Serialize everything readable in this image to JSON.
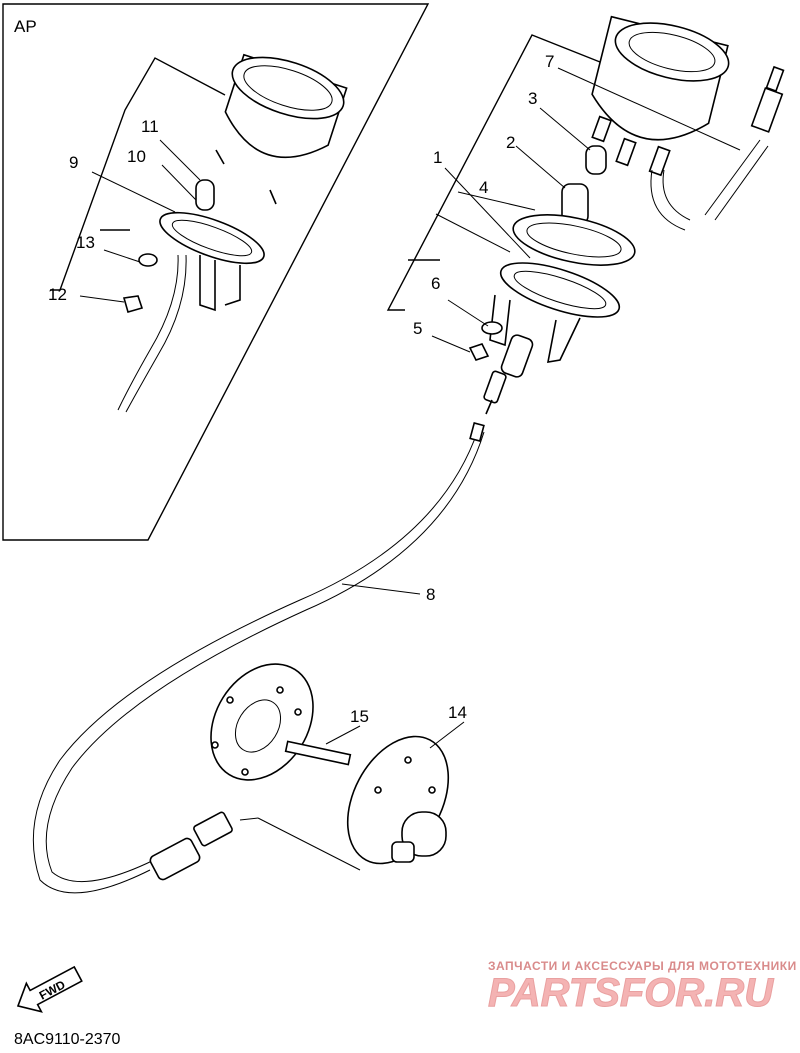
{
  "inset": {
    "label": "AP"
  },
  "callouts": [
    "1",
    "2",
    "3",
    "4",
    "5",
    "6",
    "7",
    "8",
    "9",
    "10",
    "11",
    "12",
    "13",
    "14",
    "15"
  ],
  "direction_arrow": {
    "label": "FWD"
  },
  "diagram_code": "8AC9110-2370",
  "watermark": {
    "tagline": "ЗАПЧАСТИ И АКСЕССУАРЫ ДЛЯ МОТОТЕХНИКИ",
    "logo_text": "PARTSFOR.RU"
  }
}
